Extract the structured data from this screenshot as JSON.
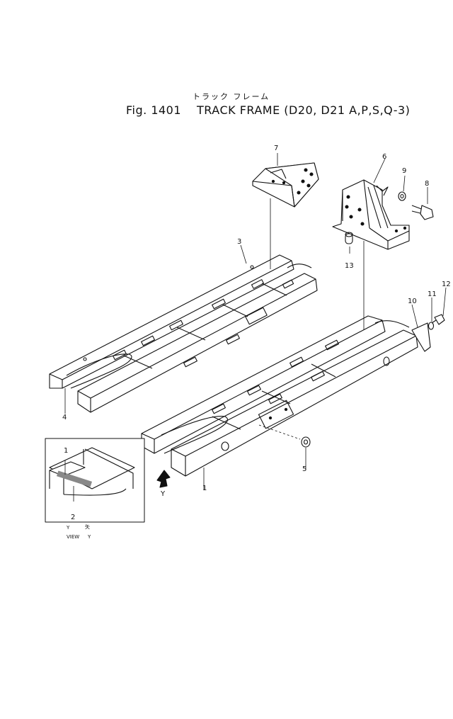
{
  "title": {
    "japanese": "トラック フレーム",
    "figure": "Fig. 1401",
    "name": "TRACK FRAME (D20, D21 A,P,S,Q-3)"
  },
  "callouts": [
    "1",
    "2",
    "3",
    "4",
    "5",
    "6",
    "7",
    "8",
    "9",
    "10",
    "11",
    "12",
    "13"
  ],
  "detail": {
    "arrow_label": "Y",
    "caption_view": "VIEW",
    "caption_y": "Y",
    "caption_jp": "矢",
    "caption_y2": "Y"
  }
}
